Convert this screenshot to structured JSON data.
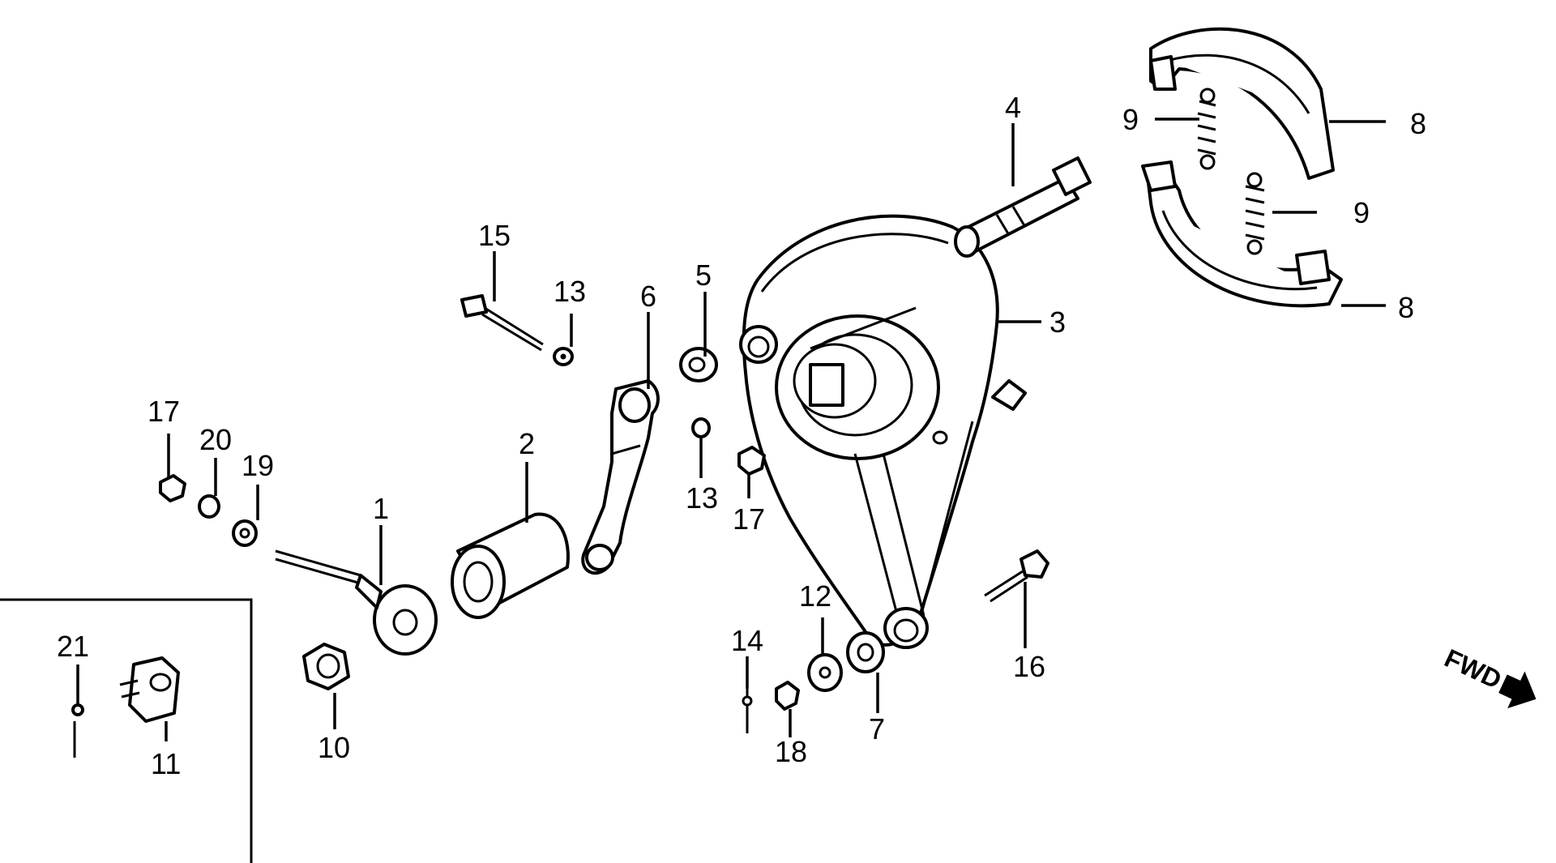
{
  "callouts": {
    "c1": "1",
    "c2": "2",
    "c3": "3",
    "c4": "4",
    "c5": "5",
    "c6": "6",
    "c7": "7",
    "c8a": "8",
    "c8b": "8",
    "c9a": "9",
    "c9b": "9",
    "c10": "10",
    "c11": "11",
    "c12": "12",
    "c13a": "13",
    "c13b": "13",
    "c14": "14",
    "c15": "15",
    "c16": "16",
    "c17a": "17",
    "c17b": "17",
    "c18": "18",
    "c19": "19",
    "c20": "20",
    "c21": "21"
  },
  "direction_label": "FWD",
  "icons": {
    "direction": "fwd-arrow-icon"
  }
}
